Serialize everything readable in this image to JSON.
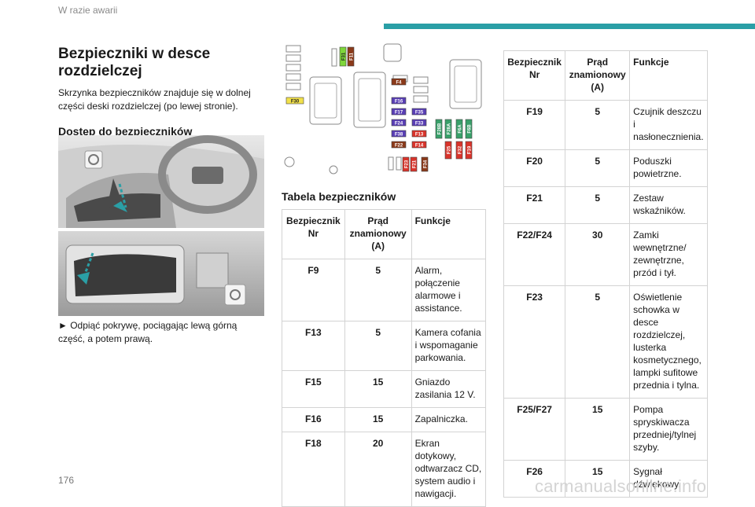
{
  "header": {
    "section": "W razie awarii"
  },
  "page_number": "176",
  "watermark": "carmanualsonline.info",
  "title": "Bezpieczniki w desce rozdzielczej",
  "intro": "Skrzynka bezpieczników znajduje się w dolnej części deski rozdzielczej (po lewej stronie).",
  "subtitle": "Dostęp do bezpieczników",
  "instruction": "► Odpiąć pokrywę, pociągając lewą górną część, a potem prawą.",
  "fuse_labels": [
    "F31",
    "F11",
    "F30",
    "F4",
    "F16",
    "F35",
    "F17",
    "F24",
    "F33",
    "F38",
    "F13",
    "F22",
    "F14",
    "F21",
    "F23",
    "F34",
    "F28B",
    "F28A",
    "F6A",
    "F6B",
    "F25",
    "F32",
    "F19"
  ],
  "colors": {
    "accent": "#2a9fa6",
    "green": "#7ed63a",
    "yellow": "#f2e14a",
    "brown": "#8b3a1a",
    "purple": "#5a3fb5",
    "red": "#d9342b",
    "teal": "#39a06a"
  },
  "table_title": "Tabela bezpieczników",
  "table_headers": {
    "nr": "Bezpiecznik Nr",
    "amp": "Prąd znamionowy (A)",
    "func": "Funkcje"
  },
  "table1": [
    {
      "nr": "F9",
      "amp": "5",
      "func": "Alarm, połączenie alarmowe i assistance."
    },
    {
      "nr": "F13",
      "amp": "5",
      "func": "Kamera cofania i wspomaganie parkowania."
    },
    {
      "nr": "F15",
      "amp": "15",
      "func": "Gniazdo zasilania 12 V."
    },
    {
      "nr": "F16",
      "amp": "15",
      "func": "Zapalniczka."
    },
    {
      "nr": "F18",
      "amp": "20",
      "func": "Ekran dotykowy, odtwarzacz CD, system audio i nawigacji."
    }
  ],
  "table2": [
    {
      "nr": "F19",
      "amp": "5",
      "func": "Czujnik deszczu i nasłonecznienia."
    },
    {
      "nr": "F20",
      "amp": "5",
      "func": "Poduszki powietrzne."
    },
    {
      "nr": "F21",
      "amp": "5",
      "func": "Zestaw wskaźników."
    },
    {
      "nr": "F22/F24",
      "amp": "30",
      "func": "Zamki wewnętrzne/ zewnętrzne, przód i tył."
    },
    {
      "nr": "F23",
      "amp": "5",
      "func": "Oświetlenie schowka w desce rozdzielczej, lusterka kosmetycznego, lampki sufitowe przednia i tylna."
    },
    {
      "nr": "F25/F27",
      "amp": "15",
      "func": "Pompa spryskiwacza przedniej/tylnej szyby."
    },
    {
      "nr": "F26",
      "amp": "15",
      "func": "Sygnał dźwiękowy."
    }
  ]
}
